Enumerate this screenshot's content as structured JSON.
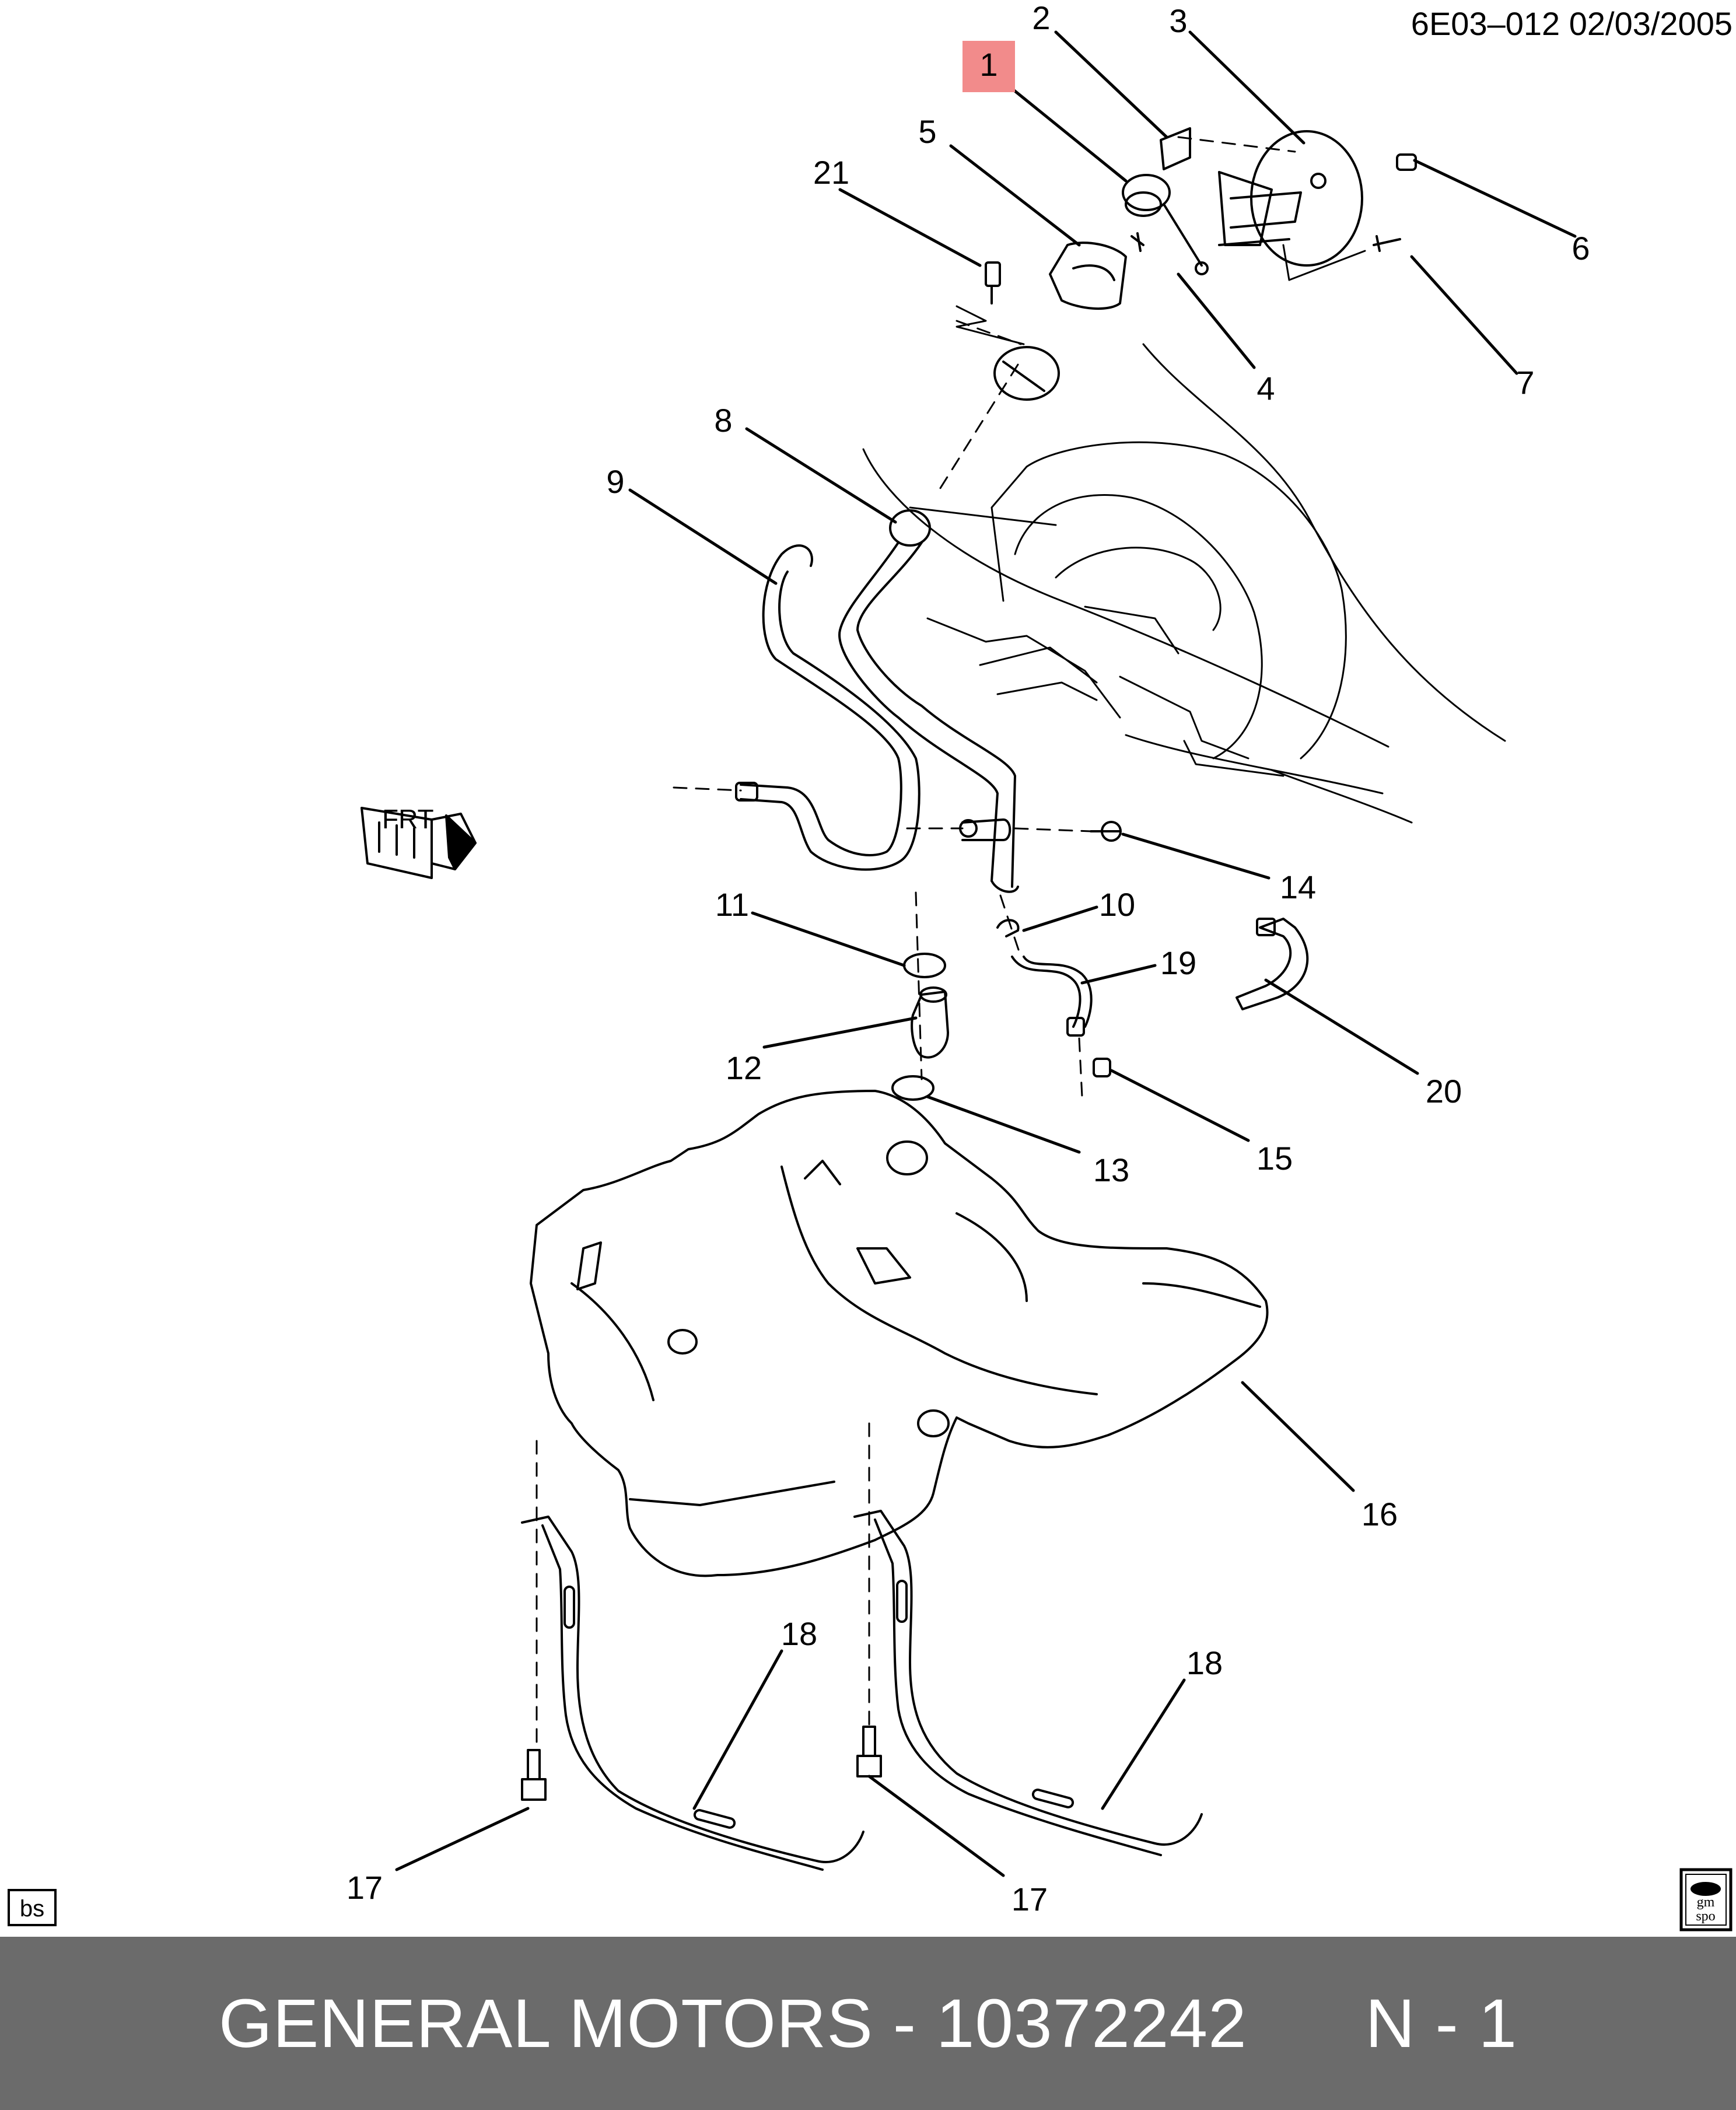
{
  "header": {
    "doc_id": "6E03–012  02/03/2005"
  },
  "callouts": [
    "1",
    "2",
    "3",
    "21",
    "5",
    "6",
    "4",
    "7",
    "8",
    "9",
    "14",
    "11",
    "10",
    "19",
    "20",
    "12",
    "13",
    "15",
    "16",
    "18",
    "18",
    "17",
    "17"
  ],
  "highlight": {
    "callout": "1",
    "color": "#f28b8b"
  },
  "front_marker": {
    "label": "FRT"
  },
  "corner_left": {
    "label": "bs"
  },
  "corner_right": {
    "top": "gm",
    "bottom": "spo"
  },
  "footer": {
    "text": "GENERAL MOTORS - 10372242      N - 1"
  }
}
